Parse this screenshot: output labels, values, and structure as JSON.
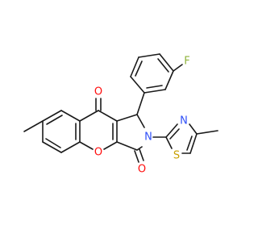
{
  "molecule": {
    "atom_labels": {
      "fluorine": "F",
      "ketone_oxygen": "O",
      "ring_oxygen": "O",
      "lactam_oxygen": "O",
      "lactam_nitrogen": "N",
      "thiazole_nitrogen": "N",
      "thiazole_sulfur": "S"
    },
    "colors": {
      "bond": "#1a1a1a",
      "oxygen": "#ff0d0d",
      "nitrogen": "#3050f8",
      "sulfur": "#c8a000",
      "fluorine": "#8fb33a"
    }
  }
}
